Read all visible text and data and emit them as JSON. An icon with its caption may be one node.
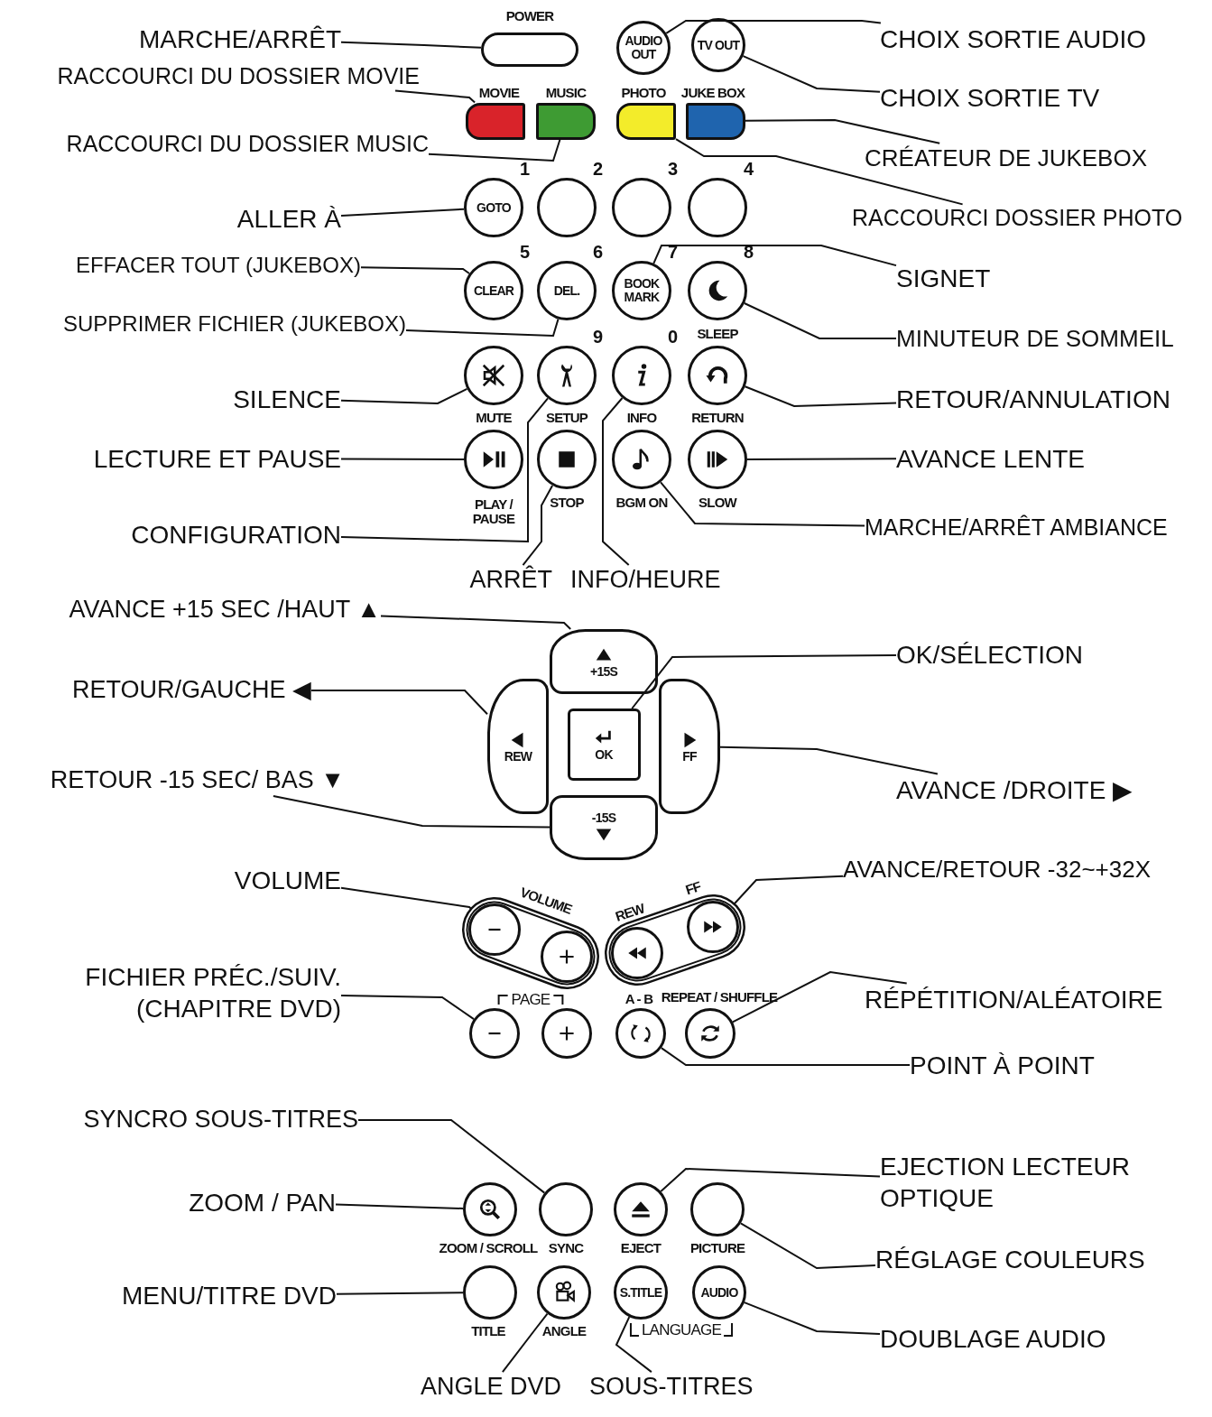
{
  "diagram": {
    "nodes": [
      {
        "text": [
          "POWER"
        ]
      },
      {
        "text": [
          "AUDIO OUT"
        ]
      },
      {
        "text": [
          "TV OUT"
        ]
      },
      {
        "text": [
          "MOVIE"
        ]
      },
      {
        "text": [
          "MUSIC"
        ]
      },
      {
        "text": [
          "PHOTO"
        ]
      },
      {
        "text": [
          "JUKE BOX"
        ]
      },
      {
        "text": [
          "GOTO"
        ],
        "beside": [
          "1"
        ]
      },
      {
        "text": [],
        "shape": "circle",
        "beside": [
          "2"
        ]
      },
      {
        "text": [],
        "shape": "circle",
        "beside": [
          "3"
        ]
      },
      {
        "text": [],
        "shape": "circle",
        "beside": [
          "4"
        ]
      },
      {
        "text": [
          "CLEAR"
        ],
        "beside": [
          "5"
        ]
      },
      {
        "text": [
          "DEL."
        ],
        "beside": [
          "6"
        ]
      },
      {
        "text": [
          "BOOK MARK"
        ],
        "beside": [
          "7"
        ]
      },
      {
        "text": [
          "SLEEP"
        ],
        "beside": [
          "8"
        ]
      },
      {
        "text": [
          "MUTE"
        ]
      },
      {
        "text": [
          "SETUP"
        ],
        "beside": [
          "9"
        ]
      },
      {
        "text": [
          "INFO"
        ],
        "beside": [
          "0"
        ]
      },
      {
        "text": [
          "RETURN"
        ]
      },
      {
        "text": [
          "PLAY / PAUSE"
        ]
      },
      {
        "text": [
          "STOP"
        ]
      },
      {
        "text": [
          "BGM ON"
        ]
      },
      {
        "text": [
          "SLOW"
        ]
      },
      {
        "text": [
          "+15S"
        ]
      },
      {
        "text": [
          "REW"
        ]
      },
      {
        "text": [
          "OK"
        ]
      },
      {
        "text": [
          "FF"
        ]
      },
      {
        "text": [
          "-15S"
        ]
      },
      {
        "text": [
          "VOLUME"
        ]
      },
      {
        "text": [],
        "shape": "circle",
        "in": 28
      },
      {
        "text": [],
        "shape": "circle",
        "in": 28
      },
      {
        "text": [],
        "shape": "box"
      },
      {
        "text": [
          "REW"
        ],
        "in": 31
      },
      {
        "text": [
          "FF"
        ],
        "in": 31
      },
      {
        "text": [],
        "shape": "circle"
      },
      {
        "text": [],
        "shape": "circle"
      },
      {
        "text": [
          "A - B"
        ]
      },
      {
        "text": [
          "REPEAT / SHUFFLE"
        ]
      },
      {
        "text": [
          "ZOOM / SCROLL"
        ]
      },
      {
        "text": [
          "SYNC"
        ]
      },
      {
        "text": [
          "EJECT"
        ]
      },
      {
        "text": [
          "PICTURE"
        ]
      },
      {
        "text": [
          "TITLE"
        ]
      },
      {
        "text": [
          "ANGLE"
        ]
      },
      {
        "text": [
          "S.TITLE"
        ]
      },
      {
        "text": [
          "AUDIO"
        ]
      },
      {
        "text": [
          "MARCHE/ARRÊT"
        ]
      },
      {
        "text": [
          "RACCOURCI DU DOSSIER MOVIE"
        ]
      },
      {
        "text": [
          "RACCOURCI DU DOSSIER MUSIC"
        ]
      },
      {
        "text": [
          "ALLER À"
        ]
      },
      {
        "text": [
          "EFFACER TOUT (JUKEBOX)"
        ]
      },
      {
        "text": [
          "SUPPRIMER FICHIER (JUKEBOX)"
        ]
      },
      {
        "text": [
          "SILENCE"
        ]
      },
      {
        "text": [
          "LECTURE ET PAUSE"
        ]
      },
      {
        "text": [
          "CONFIGURATION"
        ]
      },
      {
        "text": [
          "ARRÊT"
        ]
      },
      {
        "text": [
          "INFO/HEURE"
        ]
      },
      {
        "text": [
          "AVANCE +15 SEC /HAUT ▲"
        ]
      },
      {
        "text": [
          "RETOUR/GAUCHE ◀"
        ]
      },
      {
        "text": [
          "RETOUR -15 SEC/ BAS ▼"
        ]
      },
      {
        "text": [
          "VOLUME"
        ]
      },
      {
        "text": [
          "FICHIER PRÉC./SUIV. (CHAPITRE DVD)"
        ]
      },
      {
        "text": [
          "SYNCRO SOUS-TITRES"
        ]
      },
      {
        "text": [
          "ZOOM / PAN"
        ]
      },
      {
        "text": [
          "MENU/TITRE DVD"
        ]
      },
      {
        "text": [
          "ANGLE DVD"
        ]
      },
      {
        "text": [
          "SOUS-TITRES"
        ]
      },
      {
        "text": [
          "CHOIX SORTIE AUDIO"
        ]
      },
      {
        "text": [
          "CHOIX SORTIE TV"
        ]
      },
      {
        "text": [
          "CRÉATEUR DE JUKEBOX"
        ]
      },
      {
        "text": [
          "RACCOURCI DOSSIER PHOTO"
        ]
      },
      {
        "text": [
          "SIGNET"
        ]
      },
      {
        "text": [
          "MINUTEUR DE SOMMEIL"
        ]
      },
      {
        "text": [
          "RETOUR/ANNULATION"
        ]
      },
      {
        "text": [
          "AVANCE LENTE"
        ]
      },
      {
        "text": [
          "MARCHE/ARRÊT AMBIANCE"
        ]
      },
      {
        "text": [
          "OK/SÉLECTION"
        ]
      },
      {
        "text": [
          "AVANCE /DROITE ▶"
        ]
      },
      {
        "text": [
          "AVANCE/RETOUR -32~+32X"
        ]
      },
      {
        "text": [
          "RÉPÉTITION/ALÉATOIRE"
        ]
      },
      {
        "text": [
          "POINT À POINT"
        ]
      },
      {
        "text": [
          "EJECTION LECTEUR OPTIQUE"
        ]
      },
      {
        "text": [
          "RÉGLAGE COULEURS"
        ]
      },
      {
        "text": [
          "DOUBLAGE AUDIO"
        ]
      }
    ],
    "edges": [
      {
        "from": 46,
        "to": 0,
        "arrow": "none"
      },
      {
        "from": 47,
        "to": 3,
        "arrow": "none"
      },
      {
        "from": 48,
        "to": 4,
        "arrow": "none"
      },
      {
        "from": 49,
        "to": 7,
        "arrow": "none"
      },
      {
        "from": 50,
        "to": 11,
        "arrow": "none"
      },
      {
        "from": 51,
        "to": 12,
        "arrow": "none"
      },
      {
        "from": 52,
        "to": 15,
        "arrow": "none"
      },
      {
        "from": 53,
        "to": 19,
        "arrow": "none"
      },
      {
        "from": 54,
        "to": 16,
        "arrow": "none"
      },
      {
        "from": 55,
        "to": 20,
        "arrow": "none"
      },
      {
        "from": 56,
        "to": 17,
        "arrow": "none"
      },
      {
        "from": 57,
        "to": 23,
        "arrow": "none"
      },
      {
        "from": 58,
        "to": 24,
        "arrow": "none"
      },
      {
        "from": 59,
        "to": 27,
        "arrow": "none"
      },
      {
        "from": 60,
        "to": 29,
        "arrow": "none"
      },
      {
        "from": 61,
        "to": 34,
        "arrow": "none"
      },
      {
        "from": 62,
        "to": 39,
        "arrow": "none"
      },
      {
        "from": 63,
        "to": 38,
        "arrow": "none"
      },
      {
        "from": 64,
        "to": 42,
        "arrow": "none"
      },
      {
        "from": 65,
        "to": 43,
        "arrow": "none"
      },
      {
        "from": 66,
        "to": 44,
        "arrow": "none"
      },
      {
        "from": 67,
        "to": 1,
        "arrow": "none"
      },
      {
        "from": 68,
        "to": 2,
        "arrow": "none"
      },
      {
        "from": 69,
        "to": 6,
        "arrow": "none"
      },
      {
        "from": 70,
        "to": 5,
        "arrow": "none"
      },
      {
        "from": 71,
        "to": 13,
        "arrow": "none"
      },
      {
        "from": 72,
        "to": 14,
        "arrow": "none"
      },
      {
        "from": 73,
        "to": 18,
        "arrow": "none"
      },
      {
        "from": 74,
        "to": 22,
        "arrow": "none"
      },
      {
        "from": 75,
        "to": 21,
        "arrow": "none"
      },
      {
        "from": 76,
        "to": 25,
        "arrow": "none"
      },
      {
        "from": 77,
        "to": 26,
        "arrow": "none"
      },
      {
        "from": 78,
        "to": 33,
        "arrow": "none"
      },
      {
        "from": 79,
        "to": 37,
        "arrow": "none"
      },
      {
        "from": 80,
        "to": 36,
        "arrow": "none"
      },
      {
        "from": 81,
        "to": 40,
        "arrow": "none"
      },
      {
        "from": 82,
        "to": 41,
        "arrow": "none"
      },
      {
        "from": 83,
        "to": 45,
        "arrow": "none"
      }
    ],
    "labels": [
      "PAGE",
      "LANGUAGE"
    ]
  }
}
